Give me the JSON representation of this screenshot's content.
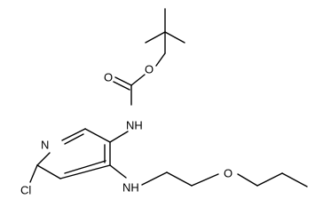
{
  "molecule": {
    "atoms": {
      "O_carbonyl": "O",
      "O_ester": "O",
      "NH_carbamate": "NH",
      "N_ring": "N",
      "Cl": "Cl",
      "NH_amine": "NH",
      "O_ether": "O"
    }
  }
}
